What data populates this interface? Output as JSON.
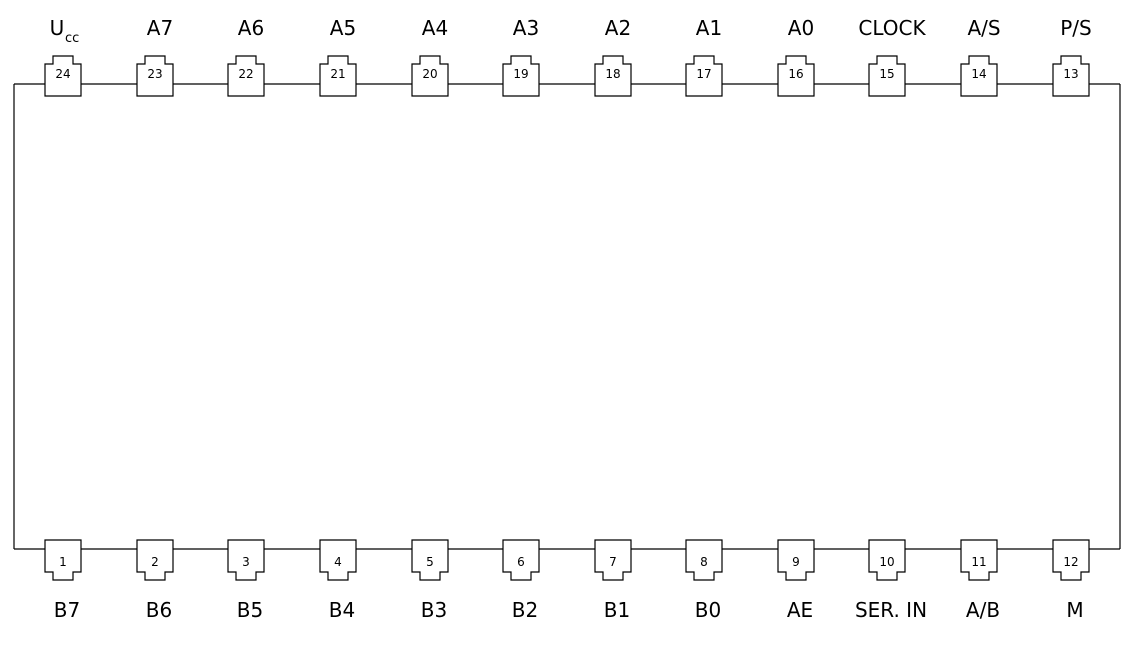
{
  "chip": {
    "top_pins": [
      {
        "num": "24",
        "label": "U",
        "sub": "cc"
      },
      {
        "num": "23",
        "label": "A7"
      },
      {
        "num": "22",
        "label": "A6"
      },
      {
        "num": "21",
        "label": "A5"
      },
      {
        "num": "20",
        "label": "A4"
      },
      {
        "num": "19",
        "label": "A3"
      },
      {
        "num": "18",
        "label": "A2"
      },
      {
        "num": "17",
        "label": "A1"
      },
      {
        "num": "16",
        "label": "A0"
      },
      {
        "num": "15",
        "label": "CLOCK"
      },
      {
        "num": "14",
        "label": "A/S"
      },
      {
        "num": "13",
        "label": "P/S"
      }
    ],
    "bottom_pins": [
      {
        "num": "1",
        "label": "B7"
      },
      {
        "num": "2",
        "label": "B6"
      },
      {
        "num": "3",
        "label": "B5"
      },
      {
        "num": "4",
        "label": "B4"
      },
      {
        "num": "5",
        "label": "B3"
      },
      {
        "num": "6",
        "label": "B2"
      },
      {
        "num": "7",
        "label": "B1"
      },
      {
        "num": "8",
        "label": "B0"
      },
      {
        "num": "9",
        "label": "AE"
      },
      {
        "num": "10",
        "label": "SER. IN"
      },
      {
        "num": "11",
        "label": "A/B"
      },
      {
        "num": "12",
        "label": "M"
      }
    ]
  }
}
